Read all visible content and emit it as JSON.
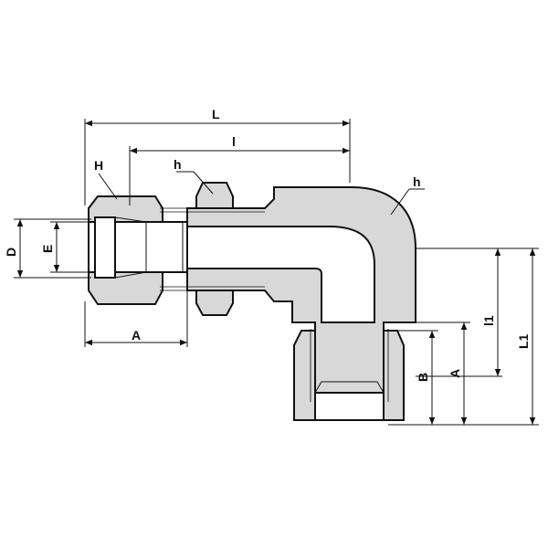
{
  "labels": {
    "L": "L",
    "l": "l",
    "H": "H",
    "h_top": "h",
    "h_elbow": "h",
    "D": "D",
    "E": "E",
    "A_bottom": "A",
    "l1": "l1",
    "L1": "L1",
    "B": "B",
    "A_right": "A"
  },
  "colors": {
    "body_fill": "#d8d8d8",
    "stroke": "#111111",
    "background": "#ffffff"
  }
}
